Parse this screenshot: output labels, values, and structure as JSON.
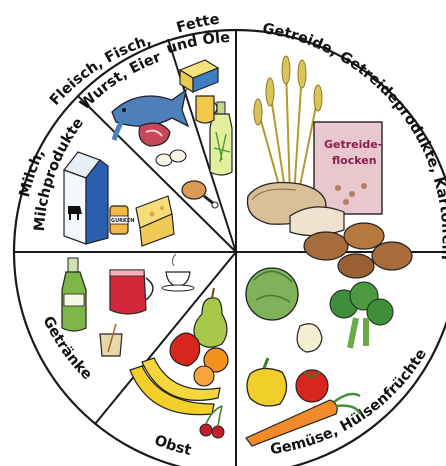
{
  "segments": {
    "fette": {
      "line1": "Fette",
      "line2": "und Öle"
    },
    "getreide": {
      "label": "Getreide, Getreideprodukte, Kartoffeln"
    },
    "gemuese": {
      "label": "Gemüse, Hülsenfrüchte"
    },
    "obst": {
      "label": "Obst"
    },
    "getraenke": {
      "label": "Getränke"
    },
    "milch": {
      "line1": "Milch,",
      "line2": "Milchprodukte"
    },
    "fleisch": {
      "line1": "Fleisch, Fisch,",
      "line2": "Wurst, Eier"
    }
  },
  "packages": {
    "flocken_line1": "Getreide-",
    "flocken_line2": "flocken",
    "jar_label": "GURKEN"
  },
  "colors": {
    "outline": "#222222",
    "milk_carton": "#2a5fb0",
    "grain": "#d9c45a",
    "flocken_box": "#e8c7cf",
    "potato": "#a86b3c",
    "carrot": "#f08a2a",
    "broccoli": "#3f8f3a",
    "tomato": "#d8261e",
    "banana": "#f3cf2a",
    "pear": "#a8c84a",
    "fish": "#4d7fb8",
    "juice": "#d4283a",
    "bottle": "#7fb64a"
  }
}
